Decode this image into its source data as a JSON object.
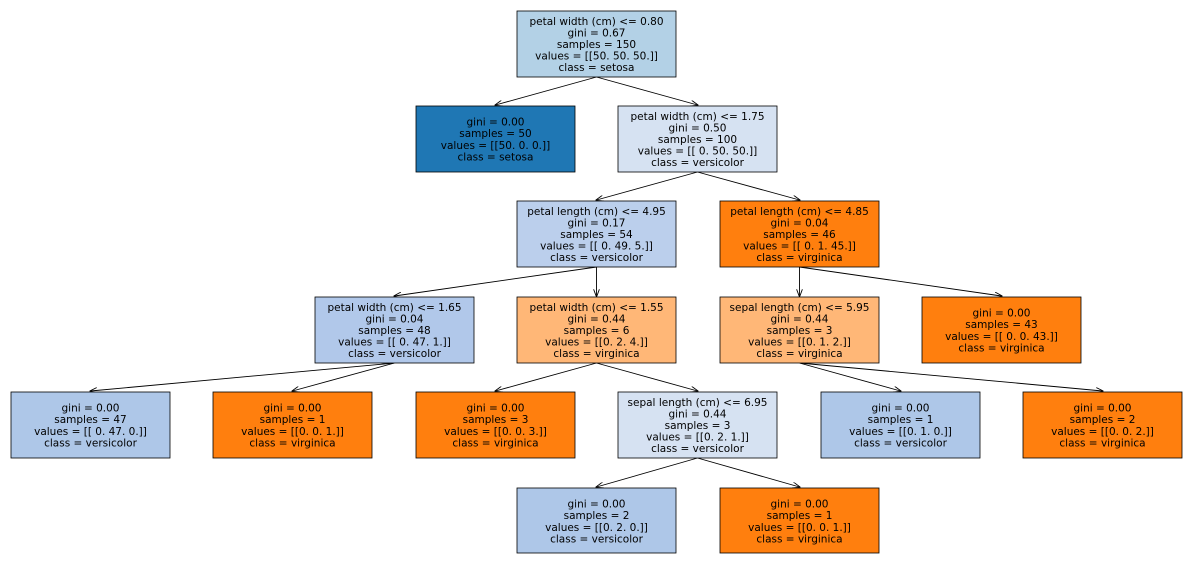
{
  "title": "",
  "nodes": [
    {
      "id": "n0",
      "lines": [
        "petal width (cm) <= 0.80",
        "gini = 0.67",
        "samples = 150",
        "values = [[50. 50. 50.]]",
        "class = setosa"
      ],
      "fill": "#b3d1e6"
    },
    {
      "id": "n1",
      "lines": [
        "gini = 0.00",
        "samples = 50",
        "values = [[50.  0.  0.]]",
        "class = setosa"
      ],
      "fill": "#1f77b4"
    },
    {
      "id": "n2",
      "lines": [
        "petal width (cm) <= 1.75",
        "gini = 0.50",
        "samples = 100",
        "values = [[ 0. 50. 50.]]",
        "class = versicolor"
      ],
      "fill": "#d6e2f2"
    },
    {
      "id": "n3",
      "lines": [
        "petal length (cm) <= 4.95",
        "gini = 0.17",
        "samples = 54",
        "values = [[ 0. 49.  5.]]",
        "class = versicolor"
      ],
      "fill": "#bbcfec"
    },
    {
      "id": "n4",
      "lines": [
        "petal length (cm) <= 4.85",
        "gini = 0.04",
        "samples = 46",
        "values = [[ 0.  1. 45.]]",
        "class = virginica"
      ],
      "fill": "#ff7f0e"
    },
    {
      "id": "n5",
      "lines": [
        "petal width (cm) <= 1.65",
        "gini = 0.04",
        "samples = 48",
        "values = [[ 0. 47.  1.]]",
        "class = versicolor"
      ],
      "fill": "#b1c8ea"
    },
    {
      "id": "n6",
      "lines": [
        "petal width (cm) <= 1.55",
        "gini = 0.44",
        "samples = 6",
        "values = [[0. 2. 4.]]",
        "class = virginica"
      ],
      "fill": "#ffb777"
    },
    {
      "id": "n7",
      "lines": [
        "sepal length (cm) <= 5.95",
        "gini = 0.44",
        "samples = 3",
        "values = [[0. 1. 2.]]",
        "class = virginica"
      ],
      "fill": "#ffb777"
    },
    {
      "id": "n8",
      "lines": [
        "gini = 0.00",
        "samples = 43",
        "values = [[ 0.  0. 43.]]",
        "class = virginica"
      ],
      "fill": "#ff7f0e"
    },
    {
      "id": "n9",
      "lines": [
        "gini = 0.00",
        "samples = 47",
        "values = [[ 0. 47.  0.]]",
        "class = versicolor"
      ],
      "fill": "#aec7e8"
    },
    {
      "id": "n10",
      "lines": [
        "gini = 0.00",
        "samples = 1",
        "values = [[0. 0. 1.]]",
        "class = virginica"
      ],
      "fill": "#ff7f0e"
    },
    {
      "id": "n11",
      "lines": [
        "gini = 0.00",
        "samples = 3",
        "values = [[0. 0. 3.]]",
        "class = virginica"
      ],
      "fill": "#ff7f0e"
    },
    {
      "id": "n12",
      "lines": [
        "sepal length (cm) <= 6.95",
        "gini = 0.44",
        "samples = 3",
        "values = [[0. 2. 1.]]",
        "class = versicolor"
      ],
      "fill": "#d6e2f2"
    },
    {
      "id": "n13",
      "lines": [
        "gini = 0.00",
        "samples = 1",
        "values = [[0. 1. 0.]]",
        "class = versicolor"
      ],
      "fill": "#aec7e8"
    },
    {
      "id": "n14",
      "lines": [
        "gini = 0.00",
        "samples = 2",
        "values = [[0. 0. 2.]]",
        "class = virginica"
      ],
      "fill": "#ff7f0e"
    },
    {
      "id": "n15",
      "lines": [
        "gini = 0.00",
        "samples = 2",
        "values = [[0. 2. 0.]]",
        "class = versicolor"
      ],
      "fill": "#aec7e8"
    },
    {
      "id": "n16",
      "lines": [
        "gini = 0.00",
        "samples = 1",
        "values = [[0. 0. 1.]]",
        "class = virginica"
      ],
      "fill": "#ff7f0e"
    }
  ],
  "edges": [
    [
      "n0",
      "n1"
    ],
    [
      "n0",
      "n2"
    ],
    [
      "n2",
      "n3"
    ],
    [
      "n2",
      "n4"
    ],
    [
      "n3",
      "n5"
    ],
    [
      "n3",
      "n6"
    ],
    [
      "n4",
      "n7"
    ],
    [
      "n4",
      "n8"
    ],
    [
      "n5",
      "n9"
    ],
    [
      "n5",
      "n10"
    ],
    [
      "n6",
      "n11"
    ],
    [
      "n6",
      "n12"
    ],
    [
      "n7",
      "n13"
    ],
    [
      "n7",
      "n14"
    ],
    [
      "n12",
      "n15"
    ],
    [
      "n12",
      "n16"
    ]
  ]
}
